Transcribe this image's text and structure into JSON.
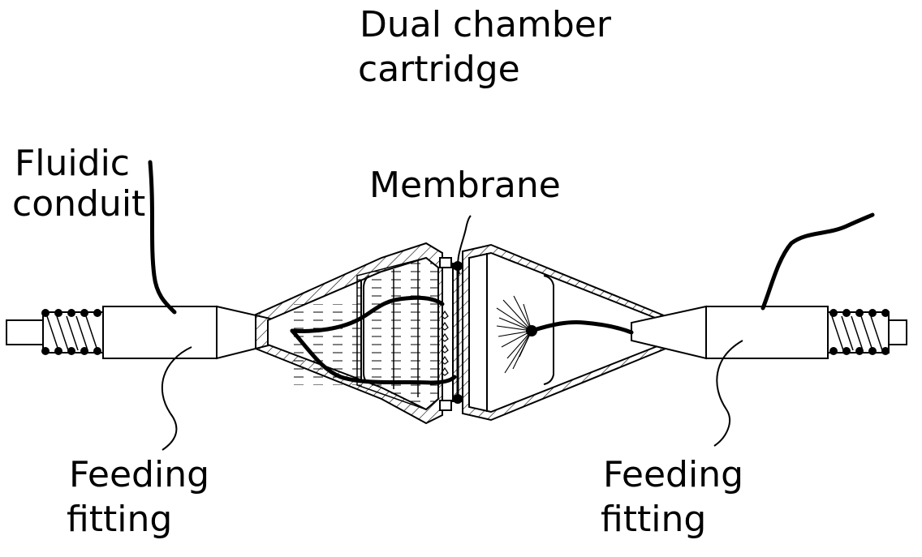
{
  "labels": {
    "top_title": [
      "Dual chamber",
      "cartridge"
    ],
    "membrane": "Membrane",
    "fluidic_conduit": [
      "Fluidic",
      "conduit"
    ],
    "feeding_fitting_left": [
      "Feeding",
      "fitting"
    ],
    "feeding_fitting_right": [
      "Feeding",
      "fitting"
    ]
  },
  "colors": {
    "stroke": "#000000",
    "background": "#ffffff",
    "hatch": "#000000"
  }
}
